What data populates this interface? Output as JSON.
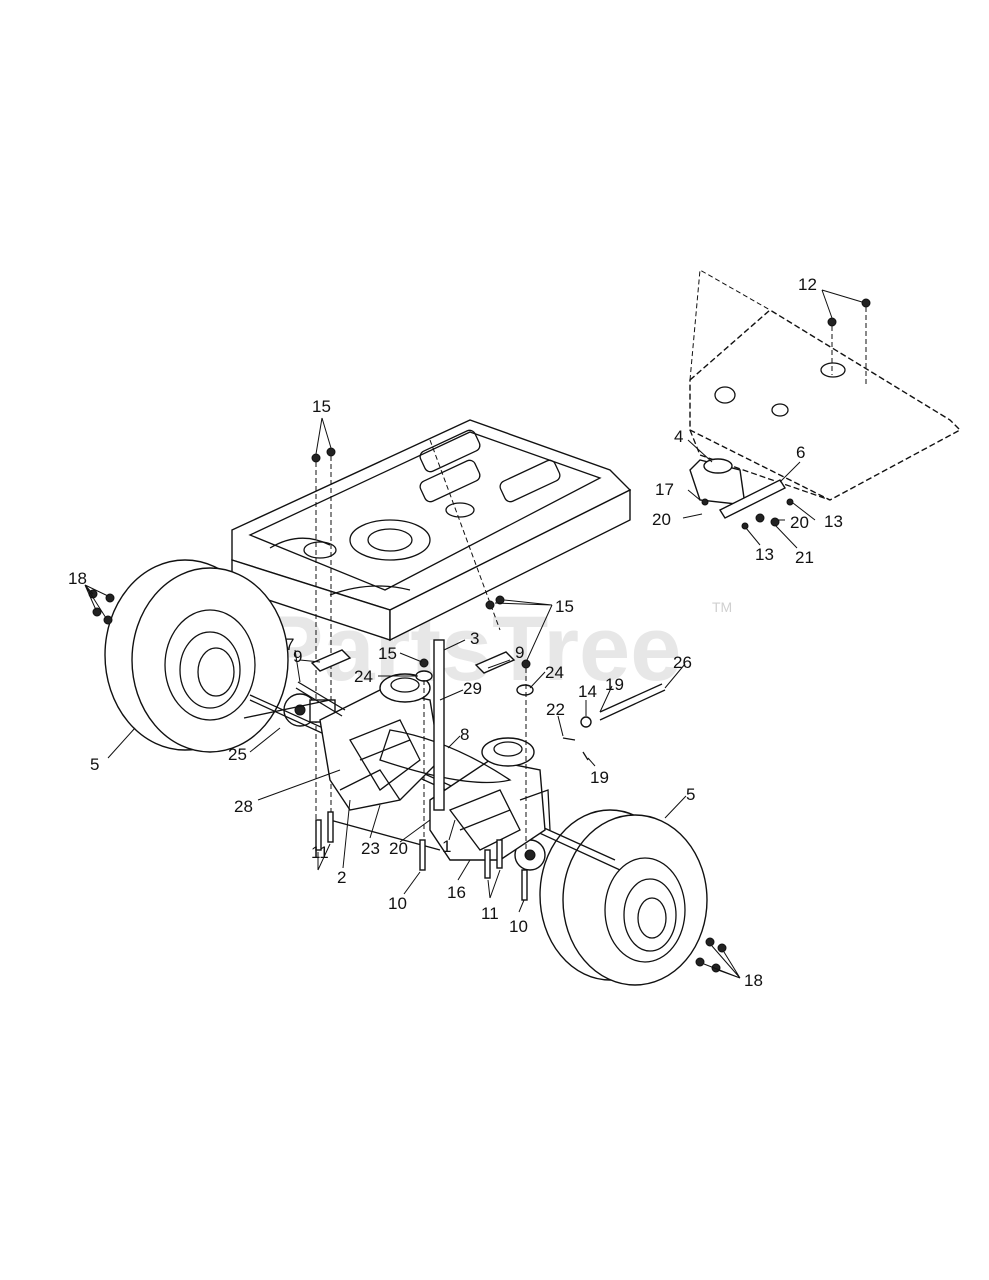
{
  "watermark": {
    "text": "PartsTree",
    "trademark": "TM"
  },
  "callouts": {
    "c12": "12",
    "c15a": "15",
    "c4": "4",
    "c6": "6",
    "c17": "17",
    "c20a": "20",
    "c20b": "20",
    "c13a": "13",
    "c13b": "13",
    "c21": "21",
    "c18a": "18",
    "c15b": "15",
    "c9a": "9",
    "c7": "7",
    "c15c": "15",
    "c3": "3",
    "c9b": "9",
    "c24a": "24",
    "c29": "29",
    "c24b": "24",
    "c26": "26",
    "c14": "14",
    "c19a": "19",
    "c22": "22",
    "c19b": "19",
    "c8": "8",
    "c5a": "5",
    "c25": "25",
    "c28": "28",
    "c5b": "5",
    "c11a": "11",
    "c2": "2",
    "c23": "23",
    "c20c": "20",
    "c1": "1",
    "c16": "16",
    "c10a": "10",
    "c11b": "11",
    "c10b": "10",
    "c18b": "18"
  }
}
